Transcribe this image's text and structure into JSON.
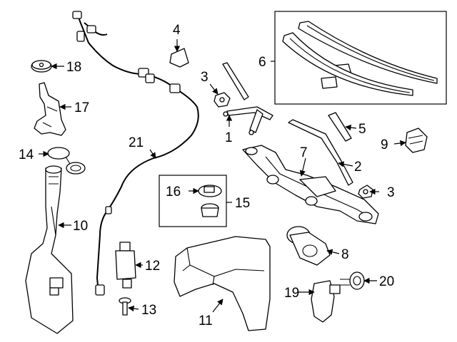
{
  "callouts": [
    {
      "id": "c1",
      "label": "1"
    },
    {
      "id": "c2",
      "label": "2"
    },
    {
      "id": "c3a",
      "label": "3"
    },
    {
      "id": "c3b",
      "label": "3"
    },
    {
      "id": "c4",
      "label": "4"
    },
    {
      "id": "c5",
      "label": "5"
    },
    {
      "id": "c6",
      "label": "6"
    },
    {
      "id": "c7",
      "label": "7"
    },
    {
      "id": "c8",
      "label": "8"
    },
    {
      "id": "c9",
      "label": "9"
    },
    {
      "id": "c10",
      "label": "10"
    },
    {
      "id": "c11",
      "label": "11"
    },
    {
      "id": "c12",
      "label": "12"
    },
    {
      "id": "c13",
      "label": "13"
    },
    {
      "id": "c14",
      "label": "14"
    },
    {
      "id": "c15",
      "label": "15"
    },
    {
      "id": "c16",
      "label": "16"
    },
    {
      "id": "c17",
      "label": "17"
    },
    {
      "id": "c18",
      "label": "18"
    },
    {
      "id": "c19",
      "label": "19"
    },
    {
      "id": "c20",
      "label": "20"
    },
    {
      "id": "c21",
      "label": "21"
    }
  ],
  "colors": {
    "line": "#000000",
    "background": "#ffffff"
  }
}
